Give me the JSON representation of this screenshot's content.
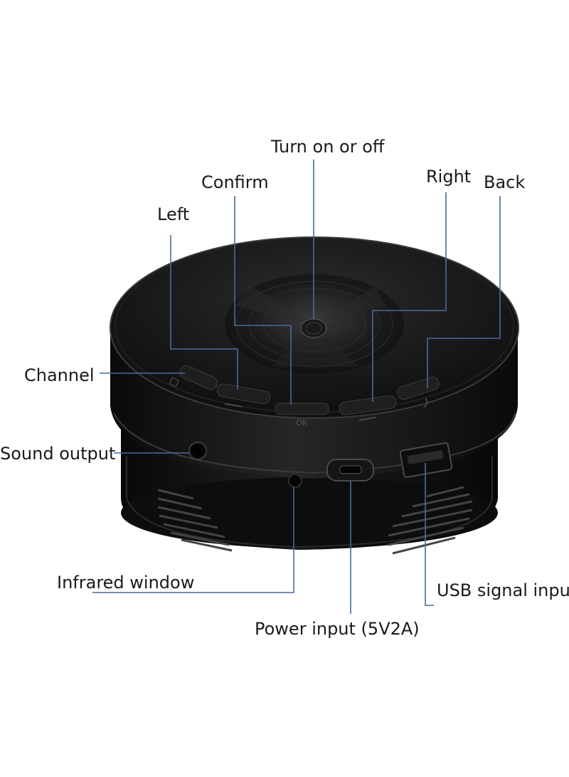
{
  "colors": {
    "background": "#ffffff",
    "callout_line": "#4a6a9a",
    "label_text": "#1a1a1a",
    "device_body": "#161616"
  },
  "device": {
    "name": "mini-projector",
    "ok_button_text": "OK"
  },
  "labels": {
    "power": "Turn on or off",
    "confirm": "Confirm",
    "left": "Left",
    "right": "Right",
    "back": "Back",
    "channel": "Channel",
    "sound_output": "Sound output",
    "infrared_window": "Infrared window",
    "power_input": "Power input (5V2A)",
    "usb_input": "USB signal input"
  }
}
